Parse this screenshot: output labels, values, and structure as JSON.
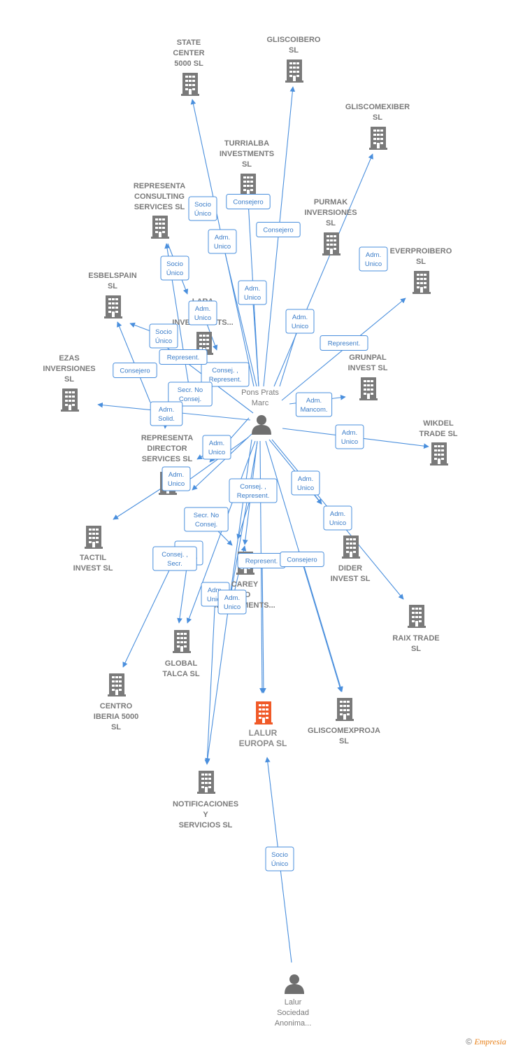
{
  "colors": {
    "edge": "#4a8fdd",
    "company": "#7a7a7a",
    "focus_company": "#f05a28",
    "person": "#6f6f6f"
  },
  "center_person": {
    "label": [
      "Pons Prats",
      "Marc"
    ],
    "icon": "person-icon"
  },
  "footer": {
    "copyright": "©",
    "brand": "Empresia"
  },
  "companies": [
    {
      "id": "state-center",
      "label": [
        "STATE",
        "CENTER",
        "5000  SL"
      ]
    },
    {
      "id": "gliscoibero",
      "label": [
        "GLISCOIBERO",
        "SL"
      ]
    },
    {
      "id": "gliscomexiber",
      "label": [
        "GLISCOMEXIBER",
        "SL"
      ]
    },
    {
      "id": "turrialba",
      "label": [
        "TURRIALBA",
        "INVESTMENTS",
        "SL"
      ]
    },
    {
      "id": "representa-consulting",
      "label": [
        "REPRESENTA",
        "CONSULTING",
        "SERVICES  SL"
      ]
    },
    {
      "id": "purmak",
      "label": [
        "PURMAK",
        "INVERSIONES",
        "SL"
      ]
    },
    {
      "id": "everproibero",
      "label": [
        "EVERPROIBERO",
        "SL"
      ]
    },
    {
      "id": "esbelspain",
      "label": [
        "ESBELSPAIN",
        "SL"
      ]
    },
    {
      "id": "lara-holdings",
      "label": [
        "LARA",
        "H...",
        "INVESTMENTS..."
      ]
    },
    {
      "id": "grunpal",
      "label": [
        "GRUNPAL",
        "INVEST  SL"
      ]
    },
    {
      "id": "ezas",
      "label": [
        "EZAS",
        "INVERSIONES",
        "SL"
      ]
    },
    {
      "id": "wikdel",
      "label": [
        "WIKDEL",
        "TRADE  SL"
      ]
    },
    {
      "id": "representa-director",
      "label": [
        "REPRESENTA",
        "DIRECTOR",
        "SERVICES  SL"
      ]
    },
    {
      "id": "tactil",
      "label": [
        "TACTIL",
        "INVEST  SL"
      ]
    },
    {
      "id": "dider",
      "label": [
        "DIDER",
        "INVEST  SL"
      ]
    },
    {
      "id": "carey",
      "label": [
        "CAREY",
        "CO",
        "INVESTMENTS..."
      ]
    },
    {
      "id": "raix",
      "label": [
        "RAIX TRADE",
        "SL"
      ]
    },
    {
      "id": "global-talca",
      "label": [
        "GLOBAL",
        "TALCA  SL"
      ]
    },
    {
      "id": "centro-iberia",
      "label": [
        "CENTRO",
        "IBERIA 5000",
        "SL"
      ]
    },
    {
      "id": "lalur-europa",
      "label": [
        "LALUR",
        "EUROPA  SL"
      ],
      "focus": true
    },
    {
      "id": "gliscomexproja",
      "label": [
        "GLISCOMEXPROJA",
        "SL"
      ]
    },
    {
      "id": "notificaciones",
      "label": [
        "NOTIFICACIONES",
        "Y",
        "SERVICIOS  SL"
      ]
    }
  ],
  "second_person": {
    "label": [
      "Lalur",
      "Sociedad",
      "Anonima..."
    ],
    "icon": "person-icon"
  },
  "relations": [
    {
      "label": [
        "Socio",
        "Único"
      ]
    },
    {
      "label": [
        "Adm.",
        "Unico"
      ]
    },
    {
      "label": [
        "Consejero"
      ]
    },
    {
      "label": [
        "Adm.",
        "Unico"
      ]
    },
    {
      "label": [
        "Consejero"
      ]
    },
    {
      "label": [
        "Adm.",
        "Unico"
      ]
    },
    {
      "label": [
        "Adm.",
        "Unico"
      ]
    },
    {
      "label": [
        "Represent."
      ]
    },
    {
      "label": [
        "Socio",
        "Único"
      ]
    },
    {
      "label": [
        "Adm.",
        "Unico"
      ]
    },
    {
      "label": [
        "Socio",
        "Único"
      ]
    },
    {
      "label": [
        "Consej. ,",
        "Represent."
      ]
    },
    {
      "label": [
        "Represent."
      ]
    },
    {
      "label": [
        "Consejero"
      ]
    },
    {
      "label": [
        "Secr.  No",
        "Consej."
      ]
    },
    {
      "label": [
        "Adm.",
        "Solid."
      ]
    },
    {
      "label": [
        "Adm.",
        "Mancom."
      ]
    },
    {
      "label": [
        "Adm.",
        "Unico"
      ]
    },
    {
      "label": [
        "Adm.",
        "Unico"
      ]
    },
    {
      "label": [
        "Adm.",
        "Unico"
      ]
    },
    {
      "label": [
        "Consej. ,",
        "Represent."
      ]
    },
    {
      "label": [
        "Adm.",
        "Unico"
      ]
    },
    {
      "label": [
        "Adm.",
        "Unico"
      ]
    },
    {
      "label": [
        "Secr.  No",
        "Consej."
      ]
    },
    {
      "label": [
        "Adm.",
        "Unico"
      ]
    },
    {
      "label": [
        "Consej. ,",
        "Secr."
      ]
    },
    {
      "label": [
        "Represent."
      ]
    },
    {
      "label": [
        "Consejero"
      ]
    },
    {
      "label": [
        "Adm.",
        "Unico"
      ]
    },
    {
      "label": [
        "Adm.",
        "Unico"
      ]
    },
    {
      "label": [
        "Socio",
        "Único"
      ]
    }
  ]
}
